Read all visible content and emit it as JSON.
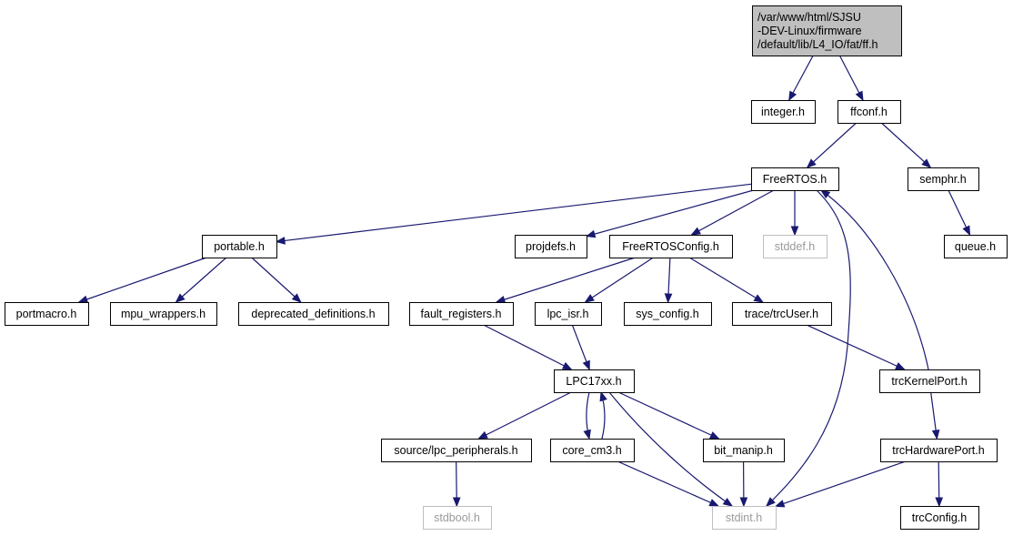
{
  "graph": {
    "nodes": {
      "ff_h": {
        "lines": [
          "/var/www/html/SJSU",
          "-DEV-Linux/firmware",
          "/default/lib/L4_IO/fat/ff.h"
        ],
        "kind": "root"
      },
      "integer_h": {
        "lines": [
          "integer.h"
        ],
        "kind": "normal"
      },
      "ffconf_h": {
        "lines": [
          "ffconf.h"
        ],
        "kind": "normal"
      },
      "freertos_h": {
        "lines": [
          "FreeRTOS.h"
        ],
        "kind": "normal"
      },
      "semphr_h": {
        "lines": [
          "semphr.h"
        ],
        "kind": "normal"
      },
      "queue_h": {
        "lines": [
          "queue.h"
        ],
        "kind": "normal"
      },
      "portable_h": {
        "lines": [
          "portable.h"
        ],
        "kind": "normal"
      },
      "projdefs_h": {
        "lines": [
          "projdefs.h"
        ],
        "kind": "normal"
      },
      "freertosconfig_h": {
        "lines": [
          "FreeRTOSConfig.h"
        ],
        "kind": "normal"
      },
      "stddef_h": {
        "lines": [
          "stddef.h"
        ],
        "kind": "missing"
      },
      "portmacro_h": {
        "lines": [
          "portmacro.h"
        ],
        "kind": "normal"
      },
      "mpu_wrappers_h": {
        "lines": [
          "mpu_wrappers.h"
        ],
        "kind": "normal"
      },
      "deprecated_definitions_h": {
        "lines": [
          "deprecated_definitions.h"
        ],
        "kind": "normal"
      },
      "fault_registers_h": {
        "lines": [
          "fault_registers.h"
        ],
        "kind": "normal"
      },
      "lpc_isr_h": {
        "lines": [
          "lpc_isr.h"
        ],
        "kind": "normal"
      },
      "sys_config_h": {
        "lines": [
          "sys_config.h"
        ],
        "kind": "normal"
      },
      "trcuser_h": {
        "lines": [
          "trace/trcUser.h"
        ],
        "kind": "normal"
      },
      "lpc17xx_h": {
        "lines": [
          "LPC17xx.h"
        ],
        "kind": "normal"
      },
      "trckernelport_h": {
        "lines": [
          "trcKernelPort.h"
        ],
        "kind": "normal"
      },
      "lpc_peripherals_h": {
        "lines": [
          "source/lpc_peripherals.h"
        ],
        "kind": "normal"
      },
      "core_cm3_h": {
        "lines": [
          "core_cm3.h"
        ],
        "kind": "normal"
      },
      "bit_manip_h": {
        "lines": [
          "bit_manip.h"
        ],
        "kind": "normal"
      },
      "trchardwareport_h": {
        "lines": [
          "trcHardwarePort.h"
        ],
        "kind": "normal"
      },
      "stdbool_h": {
        "lines": [
          "stdbool.h"
        ],
        "kind": "missing"
      },
      "stdint_h": {
        "lines": [
          "stdint.h"
        ],
        "kind": "missing"
      },
      "trcconfig_h": {
        "lines": [
          "trcConfig.h"
        ],
        "kind": "normal"
      }
    },
    "edges": [
      {
        "from": "ff_h",
        "to": "integer_h"
      },
      {
        "from": "ff_h",
        "to": "ffconf_h"
      },
      {
        "from": "ffconf_h",
        "to": "freertos_h"
      },
      {
        "from": "ffconf_h",
        "to": "semphr_h"
      },
      {
        "from": "semphr_h",
        "to": "queue_h"
      },
      {
        "from": "freertos_h",
        "to": "portable_h"
      },
      {
        "from": "freertos_h",
        "to": "projdefs_h"
      },
      {
        "from": "freertos_h",
        "to": "freertosconfig_h"
      },
      {
        "from": "freertos_h",
        "to": "stddef_h"
      },
      {
        "from": "freertos_h",
        "to": "stdint_h"
      },
      {
        "from": "portable_h",
        "to": "portmacro_h"
      },
      {
        "from": "portable_h",
        "to": "mpu_wrappers_h"
      },
      {
        "from": "portable_h",
        "to": "deprecated_definitions_h"
      },
      {
        "from": "freertosconfig_h",
        "to": "fault_registers_h"
      },
      {
        "from": "freertosconfig_h",
        "to": "lpc_isr_h"
      },
      {
        "from": "freertosconfig_h",
        "to": "sys_config_h"
      },
      {
        "from": "freertosconfig_h",
        "to": "trcuser_h"
      },
      {
        "from": "fault_registers_h",
        "to": "lpc17xx_h"
      },
      {
        "from": "lpc_isr_h",
        "to": "lpc17xx_h"
      },
      {
        "from": "trcuser_h",
        "to": "trckernelport_h"
      },
      {
        "from": "trckernelport_h",
        "to": "freertos_h"
      },
      {
        "from": "trckernelport_h",
        "to": "trchardwareport_h"
      },
      {
        "from": "lpc17xx_h",
        "to": "lpc_peripherals_h"
      },
      {
        "from": "lpc17xx_h",
        "to": "core_cm3_h"
      },
      {
        "from": "core_cm3_h",
        "to": "lpc17xx_h"
      },
      {
        "from": "lpc17xx_h",
        "to": "bit_manip_h"
      },
      {
        "from": "lpc17xx_h",
        "to": "stdint_h"
      },
      {
        "from": "lpc_peripherals_h",
        "to": "stdbool_h"
      },
      {
        "from": "core_cm3_h",
        "to": "stdint_h"
      },
      {
        "from": "bit_manip_h",
        "to": "stdint_h"
      },
      {
        "from": "trchardwareport_h",
        "to": "stdint_h"
      },
      {
        "from": "trchardwareport_h",
        "to": "trcconfig_h"
      }
    ]
  }
}
